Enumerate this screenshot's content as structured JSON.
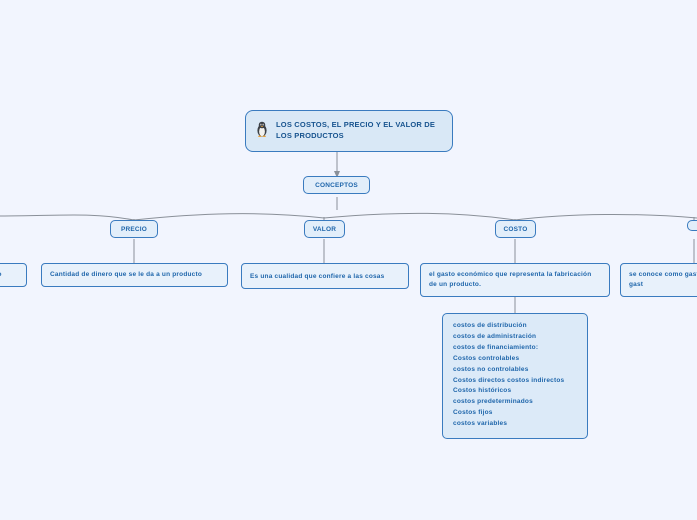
{
  "diagram": {
    "type": "mind-map",
    "background_color": "#f2f5fe",
    "node_fill": "#ddeaf7",
    "node_border": "#3a7bbf",
    "text_color": "#1f66ab",
    "connector_color": "#8a9099",
    "root": {
      "label": "LOS COSTOS, EL PRECIO Y EL VALOR DE LOS PRODUCTOS",
      "icon": "penguin-icon"
    },
    "level1": {
      "label": "CONCEPTOS"
    },
    "branches": [
      {
        "label": "PRECIO",
        "detail": "Cantidad de dinero que se le da a un producto"
      },
      {
        "label": "VALOR",
        "detail": "Es una cualidad que confiere a las cosas"
      },
      {
        "label": "COSTO",
        "detail": "el gasto económico que representa la fabricación de un producto.",
        "list": [
          "costos de distribución",
          "costos de administración",
          "costos de financiamiento:",
          "Costos controlables",
          "costos no controlables",
          "Costos directos costos indirectos",
          "Costos históricos",
          "costos predeterminados",
          "Costos fijos",
          "costos variables"
        ]
      }
    ],
    "clipped_left": {
      "detail": "rcado"
    },
    "clipped_right": {
      "detail": "se conoce como gasta o se ha gast"
    }
  }
}
